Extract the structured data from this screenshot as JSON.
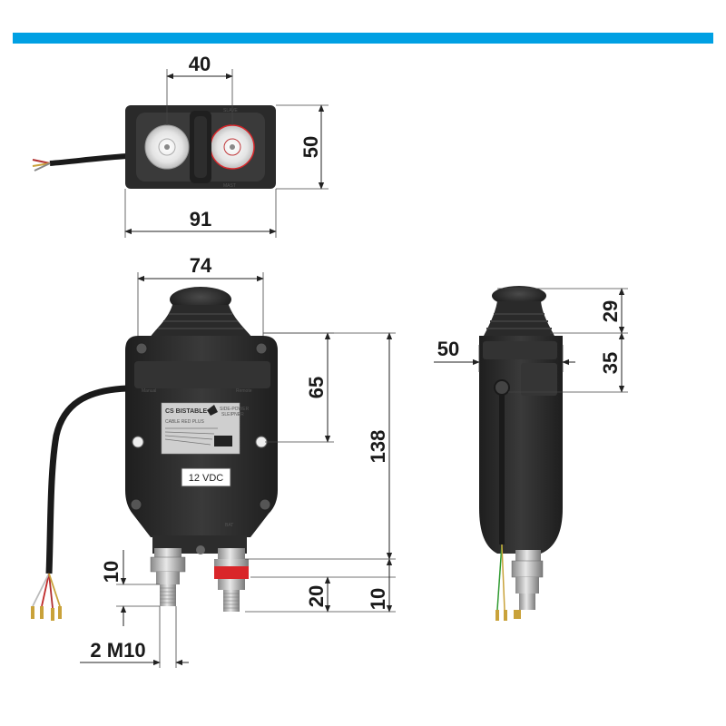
{
  "colors": {
    "top_bar": "#00a0e3",
    "body_dark": "#2e2e2e",
    "body_mid": "#3f3f3f",
    "knob": "#262626",
    "red_terminal": "#d9262a",
    "label_bg": "#cfcfcf"
  },
  "dimensions": {
    "top_view_width_inner": "40",
    "top_view_width_total": "91",
    "top_view_height": "50",
    "front_width": "74",
    "front_upper_height": "65",
    "front_total_height": "138",
    "front_stud_left": "10",
    "front_stud_right": "20",
    "front_stud_bottom": "10",
    "thread_size": "2 M10",
    "side_depth": "50",
    "side_knob_height": "29",
    "side_upper_height": "35"
  },
  "labels": {
    "product_name": "CS BISTABLE",
    "brand_line1": "SIDE-POWER",
    "brand_line2": "SLEIPNER",
    "cable_info": "CABLE RED PLUS",
    "voltage": "12 VDC",
    "bat_marking": "BAT"
  }
}
